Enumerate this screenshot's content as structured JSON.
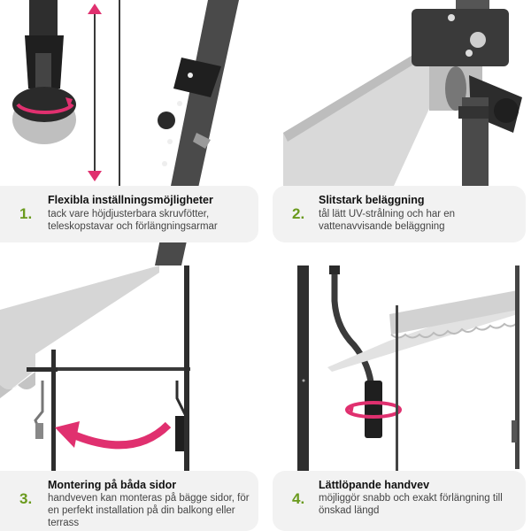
{
  "colors": {
    "accent_green": "#6a9a1d",
    "arrow_pink": "#e0306f",
    "pole": "#3a3a3a",
    "fabric": "#d9d9d9",
    "caption_bg": "#f2f2f2"
  },
  "features": [
    {
      "number": "1.",
      "title": "Flexibla inställningsmöjligheter",
      "text": "tack vare höjdjusterbara skruvfötter, teleskopstavar och förlängningsarmar",
      "icon": "telescopic-pole-image"
    },
    {
      "number": "2.",
      "title": "Slitstark beläggning",
      "text": "tål lätt UV-strålning och har en vattenavvisande beläggning",
      "icon": "bracket-closeup-image"
    },
    {
      "number": "3.",
      "title": "Montering på båda sidor",
      "text": "handveven kan monteras på bägge sidor, för en perfekt installation på din balkong eller terrass",
      "icon": "mounting-sides-image"
    },
    {
      "number": "4.",
      "title": "Lättlöpande handvev",
      "text": "möjliggör snabb och exakt förlängning till önskad längd",
      "icon": "hand-crank-image"
    }
  ]
}
